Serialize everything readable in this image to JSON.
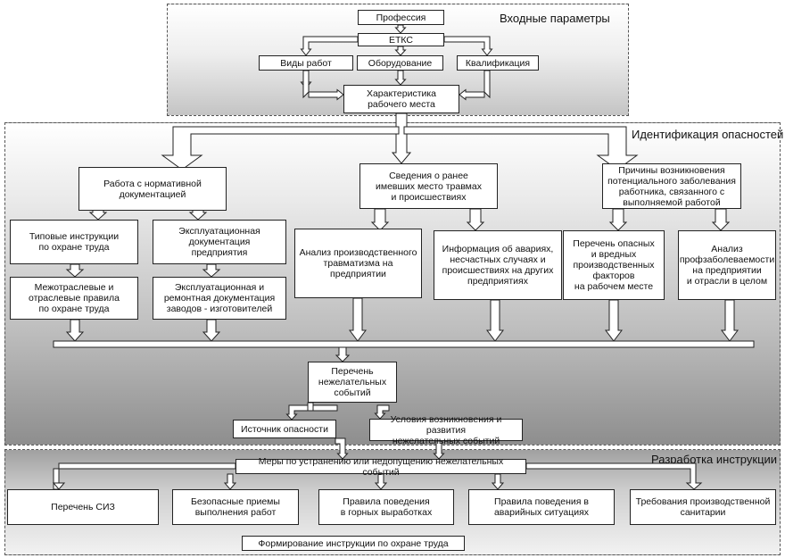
{
  "sections": {
    "input": "Входные параметры",
    "identification": "Идентификация опасностей",
    "development": "Разработка инструкции"
  },
  "boxes": {
    "profession": "Профессия",
    "etks": "ЕТКС",
    "work_types": "Виды работ",
    "equipment": "Оборудование",
    "qualification": "Квалификация",
    "workplace": "Характеристика\nрабочего места",
    "normative_docs": "Работа с нормативной\nдокументацией",
    "prior_injuries": "Сведения о ранее\nимевших место травмах\nи происшествиях",
    "disease_causes": "Причины возникновения\nпотенциального заболевания\nработника, связанного с\nвыполняемой работой",
    "typical_instructions": "Типовые инструкции\nпо охране труда",
    "operational_docs": "Эксплуатационная\nдокументация\nпредприятия",
    "injury_analysis": "Анализ производственного\nтравматизма на\nпредприятии",
    "accident_info": "Информация об авариях,\nнесчастных случаях и\nпроисшествиях на других\nпредприятиях",
    "hazard_list": "Перечень опасных\nи вредных\nпроизводственных\nфакторов\nна рабочем месте",
    "disease_analysis": "Анализ\nпрофзаболеваемости\nна предприятии\nи отрасли в целом",
    "intersectoral_rules": "Межотраслевые и\nотраслевые правила\nпо охране труда",
    "manufacturer_docs": "Эксплуатационная и\nремонтная документация\nзаводов - изготовителей",
    "unwanted_events": "Перечень\nнежелательных\nсобытий",
    "hazard_source": "Источник опасности",
    "conditions": "Условия возникновения и развития\nнежелательных событий",
    "measures": "Меры по устранению или недопущению нежелательных событий",
    "ppe_list": "Перечень СИЗ",
    "safe_methods": "Безопасные приемы\nвыполнения работ",
    "mine_rules": "Правила поведения\nв горных выработках",
    "emergency_rules": "Правила поведения в\nаварийных ситуациях",
    "sanitary_req": "Требования производственной\nсанитарии",
    "final": "Формирование инструкции по охране труда"
  }
}
